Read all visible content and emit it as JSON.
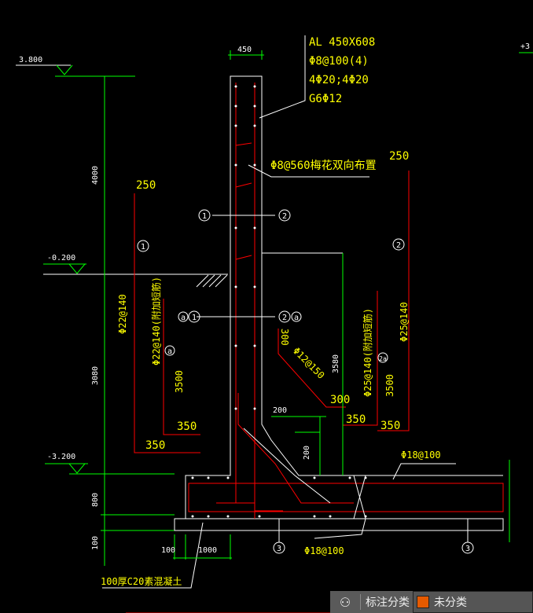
{
  "beam": {
    "width_dim": "450",
    "name": "AL 450X608",
    "stirrup": "Φ8@100(4)",
    "long_bars": "4Φ20;4Φ20",
    "side_bars": "G6Φ12"
  },
  "tie_note": "Φ8@560梅花双向布置",
  "levels": {
    "top": "3.800",
    "mid": "-0.200",
    "bottom": "-3.200",
    "right_cut": "+3"
  },
  "dims": {
    "upper_height": "4000",
    "lower_height": "3080",
    "footing_h": "800",
    "bedding_h": "100",
    "toe_offset": "100",
    "toe_width": "1000",
    "haunch_w": "200",
    "haunch_h": "200",
    "inner_height": "3580"
  },
  "left_bars": {
    "hook_top": "250",
    "main": "Φ22@140",
    "extra": "Φ22@140(附加短筋)",
    "extra_len": "3500",
    "hook_bottom": "350",
    "main_hook": "350"
  },
  "right_bars": {
    "hook_top": "250",
    "main": "Φ25@140",
    "extra": "Φ25@140(附加短筋)",
    "extra_len": "3500",
    "hook_bottom": "350",
    "main_hook": "350"
  },
  "haunch_bar": {
    "label": "Φ12@150",
    "top": "300",
    "bottom": "300"
  },
  "footing_bars": {
    "top": "Φ18@100",
    "bottom": "Φ18@100"
  },
  "bedding_note": "100厚C20素混凝土",
  "markers": {
    "m1": "1",
    "m2": "2",
    "ma": "a",
    "m2a": "2a",
    "m3": "3"
  },
  "status": {
    "label": "标注分类",
    "category": "未分类",
    "swatch": "#e65a00"
  }
}
